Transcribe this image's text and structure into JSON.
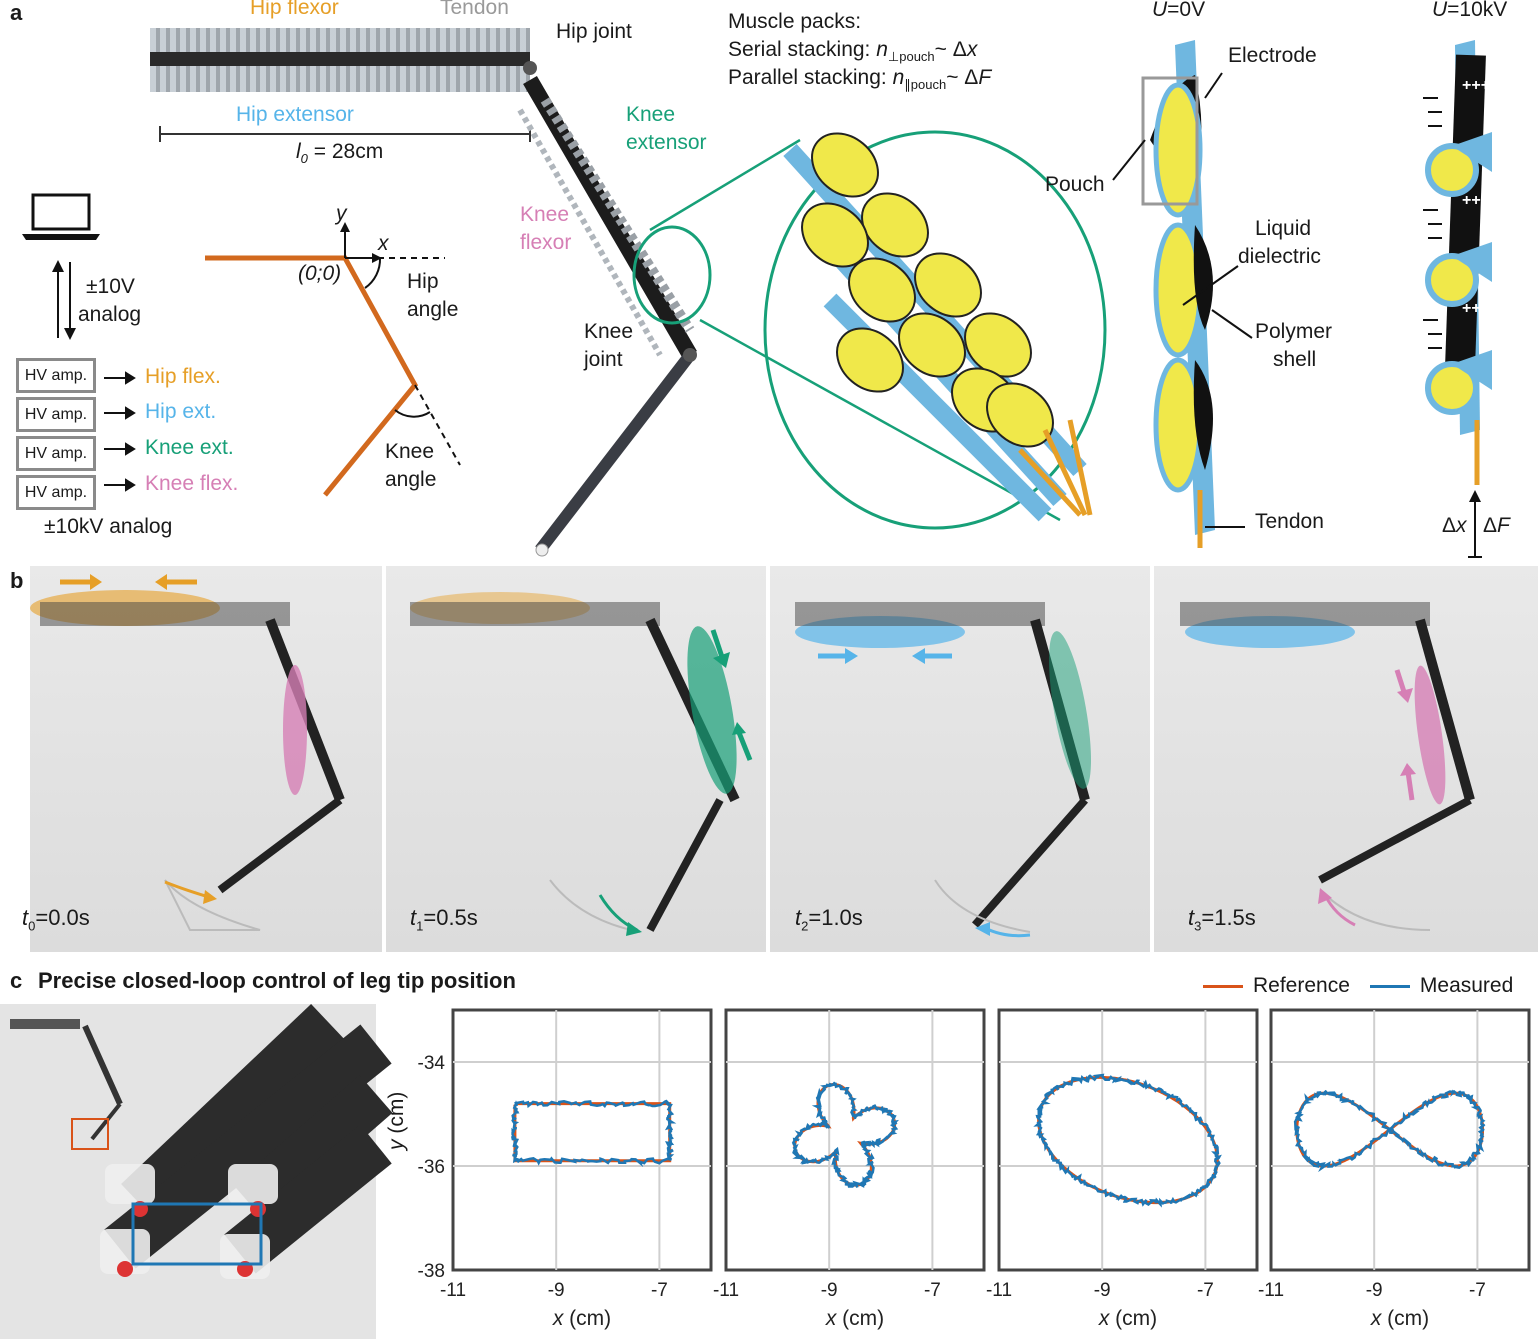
{
  "panel_a": {
    "letter": "a",
    "hip_flexor": "Hip flexor",
    "tendon_top": "Tendon",
    "hip_joint": "Hip joint",
    "hip_extensor": "Hip extensor",
    "l0_sym": "l",
    "l0_sub": "0",
    "l0_val": " = 28cm",
    "knee_extensor_1": "Knee",
    "knee_extensor_2": "extensor",
    "knee_flexor_1": "Knee",
    "knee_flexor_2": "flexor",
    "knee_joint_1": "Knee",
    "knee_joint_2": "joint",
    "y_axis": "y",
    "x_axis": "x",
    "origin": "(0;0)",
    "hip_angle_1": "Hip",
    "hip_angle_2": "angle",
    "knee_angle_1": "Knee",
    "knee_angle_2": "angle",
    "analog_1": "±10V",
    "analog_2": "analog",
    "amps": [
      {
        "box": "HV amp.",
        "label": "Hip flex.",
        "color": "#E69F27"
      },
      {
        "box": "HV amp.",
        "label": "Hip ext.",
        "color": "#56B4E9"
      },
      {
        "box": "HV amp.",
        "label": "Knee ext.",
        "color": "#17A078"
      },
      {
        "box": "HV amp.",
        "label": "Knee flex.",
        "color": "#D67FB5"
      }
    ],
    "hv_analog": "±10kV analog",
    "muscle_packs_title": "Muscle packs:",
    "serial_prefix": "Serial stacking: ",
    "serial_n": "n",
    "serial_sub": "⊥pouch",
    "serial_rel": "~ Δ",
    "serial_var": "x",
    "parallel_prefix": "Parallel stacking: ",
    "parallel_n": "n",
    "parallel_sub": "∥pouch",
    "parallel_rel": "~ Δ",
    "parallel_var": "F",
    "u0_sym": "U",
    "u0_val": "=0V",
    "u10_sym": "U",
    "u10_val": "=10kV",
    "electrode": "Electrode",
    "pouch": "Pouch",
    "liquid_1": "Liquid",
    "liquid_2": "dielectric",
    "polymer_1": "Polymer",
    "polymer_2": "shell",
    "tendon_bottom": "Tendon",
    "dx_delta": "Δ",
    "dx_var": "x",
    "df_delta": "Δ",
    "df_var": "F",
    "plus": "+++"
  },
  "panel_b": {
    "letter": "b",
    "frames": [
      {
        "t": "t",
        "sub": "0",
        "val": "=0.0s",
        "color": "#E69F27"
      },
      {
        "t": "t",
        "sub": "1",
        "val": "=0.5s",
        "color": "#17A078"
      },
      {
        "t": "t",
        "sub": "2",
        "val": "=1.0s",
        "color": "#56B4E9"
      },
      {
        "t": "t",
        "sub": "3",
        "val": "=1.5s",
        "color": "#D67FB5"
      }
    ]
  },
  "panel_c": {
    "letter": "c",
    "title": "Precise closed-loop control of leg tip position",
    "legend": [
      {
        "name": "Reference",
        "color": "#D95319"
      },
      {
        "name": "Measured",
        "color": "#1F77B4"
      }
    ]
  },
  "chart_data": [
    {
      "type": "line",
      "shape": "rectangle",
      "xlabel": "x (cm)",
      "ylabel": "y (cm)",
      "xlim": [
        -11,
        -6
      ],
      "ylim": [
        -38,
        -33
      ],
      "xticks": [
        "-11",
        "-9",
        "-7"
      ],
      "yticks": [
        "-34",
        "-36",
        "-38"
      ],
      "grid": true,
      "series": [
        {
          "name": "Reference",
          "x": [
            -9.8,
            -6.8,
            -6.8,
            -9.8,
            -9.8
          ],
          "y": [
            -34.8,
            -34.8,
            -35.9,
            -35.9,
            -34.8
          ]
        },
        {
          "name": "Measured",
          "x": [
            -9.8,
            -6.8,
            -6.8,
            -9.8,
            -9.8
          ],
          "y": [
            -34.8,
            -34.8,
            -35.9,
            -35.9,
            -34.8
          ]
        }
      ]
    },
    {
      "type": "line",
      "shape": "four-leaf",
      "xlabel": "x (cm)",
      "ylabel": "",
      "xlim": [
        -11,
        -6
      ],
      "ylim": [
        -38,
        -33
      ],
      "xticks": [
        "-11",
        "-9",
        "-7"
      ],
      "yticks": [],
      "grid": true,
      "series": [
        {
          "name": "Reference",
          "center": [
            -8.7,
            -35.4
          ],
          "radius": 1.0
        },
        {
          "name": "Measured",
          "center": [
            -8.7,
            -35.4
          ],
          "radius": 1.0
        }
      ]
    },
    {
      "type": "line",
      "shape": "ellipse",
      "xlabel": "x (cm)",
      "ylabel": "",
      "xlim": [
        -11,
        -6
      ],
      "ylim": [
        -38,
        -33
      ],
      "xticks": [
        "-11",
        "-9",
        "-7"
      ],
      "yticks": [],
      "grid": true,
      "series": [
        {
          "name": "Reference",
          "center": [
            -8.5,
            -35.5
          ],
          "rx": 1.8,
          "ry": 1.1
        },
        {
          "name": "Measured",
          "center": [
            -8.5,
            -35.5
          ],
          "rx": 1.8,
          "ry": 1.1
        }
      ]
    },
    {
      "type": "line",
      "shape": "figure-eight",
      "xlabel": "x (cm)",
      "ylabel": "",
      "xlim": [
        -11,
        -6
      ],
      "ylim": [
        -38,
        -33
      ],
      "xticks": [
        "-11",
        "-9",
        "-7"
      ],
      "yticks": [],
      "grid": true,
      "series": [
        {
          "name": "Reference",
          "center": [
            -8.7,
            -35.3
          ],
          "ax": 1.8,
          "ay": 0.7
        },
        {
          "name": "Measured",
          "center": [
            -8.7,
            -35.3
          ],
          "ax": 1.8,
          "ay": 0.7
        }
      ]
    }
  ]
}
